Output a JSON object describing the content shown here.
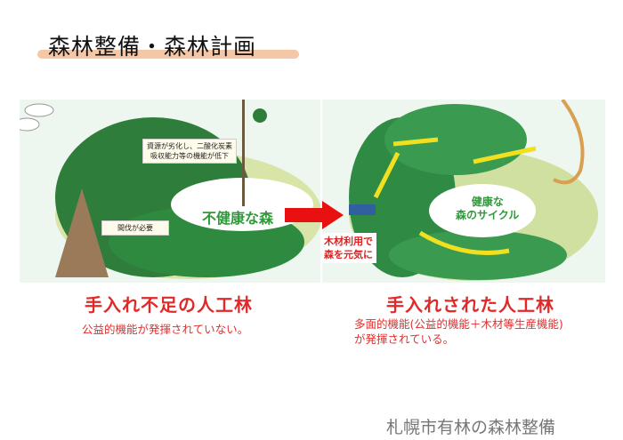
{
  "title": "森林整備・森林計画",
  "left": {
    "note1": "資源が劣化し、二酸化炭素吸収能力等の機能が低下",
    "note2": "間伐が必要",
    "forest_label": "不健康な森",
    "heading": "手入れ不足の人工林",
    "description": "公益的機能が発揮されていない。"
  },
  "center": {
    "wood_label_line1": "木材利用で",
    "wood_label_line2": "森を元気に",
    "arrow_color": "#e81010"
  },
  "right": {
    "cycle_label_line1": "健康な",
    "cycle_label_line2": "森のサイクル",
    "heading": "手入れされた人工林",
    "description_line1": "多面的機能(公益的機能＋木材等生産機能)",
    "description_line2": "が発揮されている。"
  },
  "footer": "札幌市有林の森林整備",
  "colors": {
    "accent_red": "#e02a2a",
    "forest_green": "#2f9a3a",
    "title_underline": "#f4c7a6"
  }
}
